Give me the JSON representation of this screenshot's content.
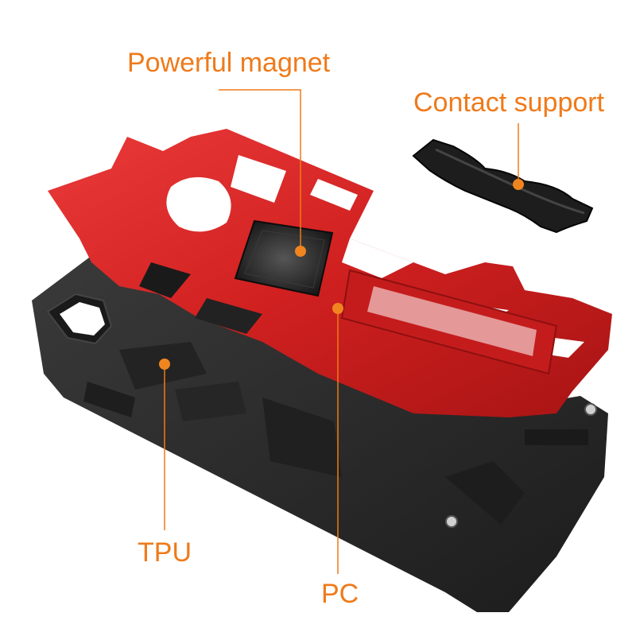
{
  "labels": {
    "magnet": "Powerful magnet",
    "support": "Contact support",
    "tpu": "TPU",
    "pc": "PC"
  },
  "colors": {
    "callout": "#ef7a1a",
    "frame_red": "#d42525",
    "case_black": "#2b2b2b"
  }
}
